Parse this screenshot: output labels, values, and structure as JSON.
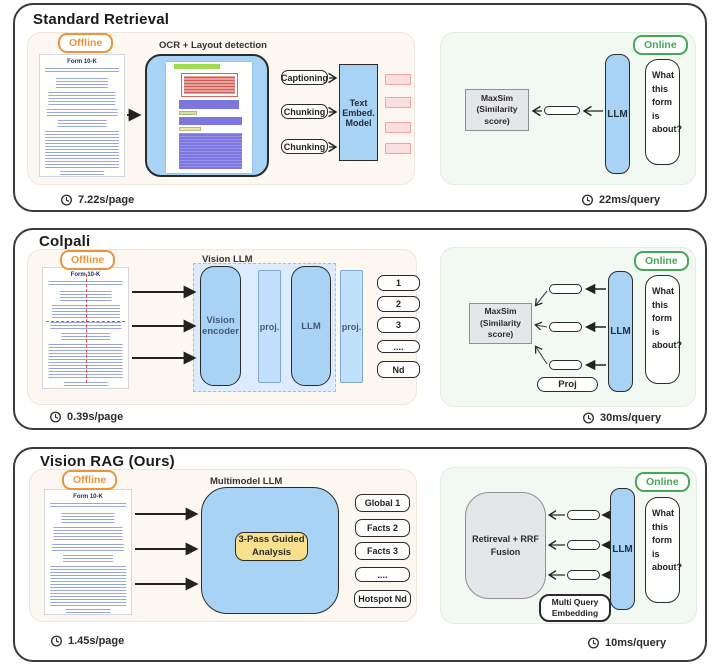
{
  "colors": {
    "orange": "#e8953c",
    "green": "#46a758",
    "blue_box": "#a9d3f4",
    "blue_light": "#c2e0fb",
    "blue_container_bg": "#dcebfd",
    "blue_container_border": "#9cc2e8",
    "yellow": "#f9e08d",
    "gray_box": "#e5e6ea",
    "gray_border": "#8f8f94",
    "pink_fill": "#fbdede",
    "pink_border": "#e8a7a7",
    "offline_bg": "#fdf7f1",
    "offline_border": "#f0e5da",
    "online_bg": "#f2f9f2",
    "online_border": "#dff0df",
    "page_green": "#9edc50",
    "page_red_fill": "#eca198",
    "page_purple": "#7b76e0"
  },
  "panels": [
    {
      "title": "Standard Retrieval",
      "offline": {
        "badge": "Offline",
        "doc_title": "Form 10-K",
        "ocr_label": "OCR + Layout detection",
        "steps": [
          "Captioning",
          "Chunking",
          "Chunking"
        ],
        "model": "Text Embed. Model",
        "time": "7.22s/page"
      },
      "online": {
        "badge": "Online",
        "maxsim": "MaxSim (Similarity score)",
        "llm": "LLM",
        "query": "What this form is about?",
        "time": "22ms/query"
      }
    },
    {
      "title": "Colpali",
      "offline": {
        "badge": "Offline",
        "doc_title": "Form 10-K",
        "container_label": "Vision LLM",
        "blocks": [
          "Vision encoder",
          "proj.",
          "LLM",
          "proj."
        ],
        "outputs": [
          "1",
          "2",
          "3",
          "....",
          "Nd"
        ],
        "time": "0.39s/page"
      },
      "online": {
        "badge": "Online",
        "maxsim": "MaxSim (Similarity score)",
        "llm": "LLM",
        "proj": "Proj",
        "query": "What this form is about?",
        "time": "30ms/query"
      }
    },
    {
      "title": "Vision RAG (Ours)",
      "offline": {
        "badge": "Offline",
        "doc_title": "Form 10-K",
        "model_label": "Multimodel LLM",
        "inner": "3-Pass Guided Analysis",
        "outputs": [
          "Global 1",
          "Facts 2",
          "Facts 3",
          "....",
          "Hotspot Nd"
        ],
        "time": "1.45s/page"
      },
      "online": {
        "badge": "Online",
        "fusion": "Retireval + RRF Fusion",
        "llm": "LLM",
        "mqe": "Multi Query Embedding",
        "query": "What this form is about?",
        "time": "10ms/query"
      }
    }
  ]
}
